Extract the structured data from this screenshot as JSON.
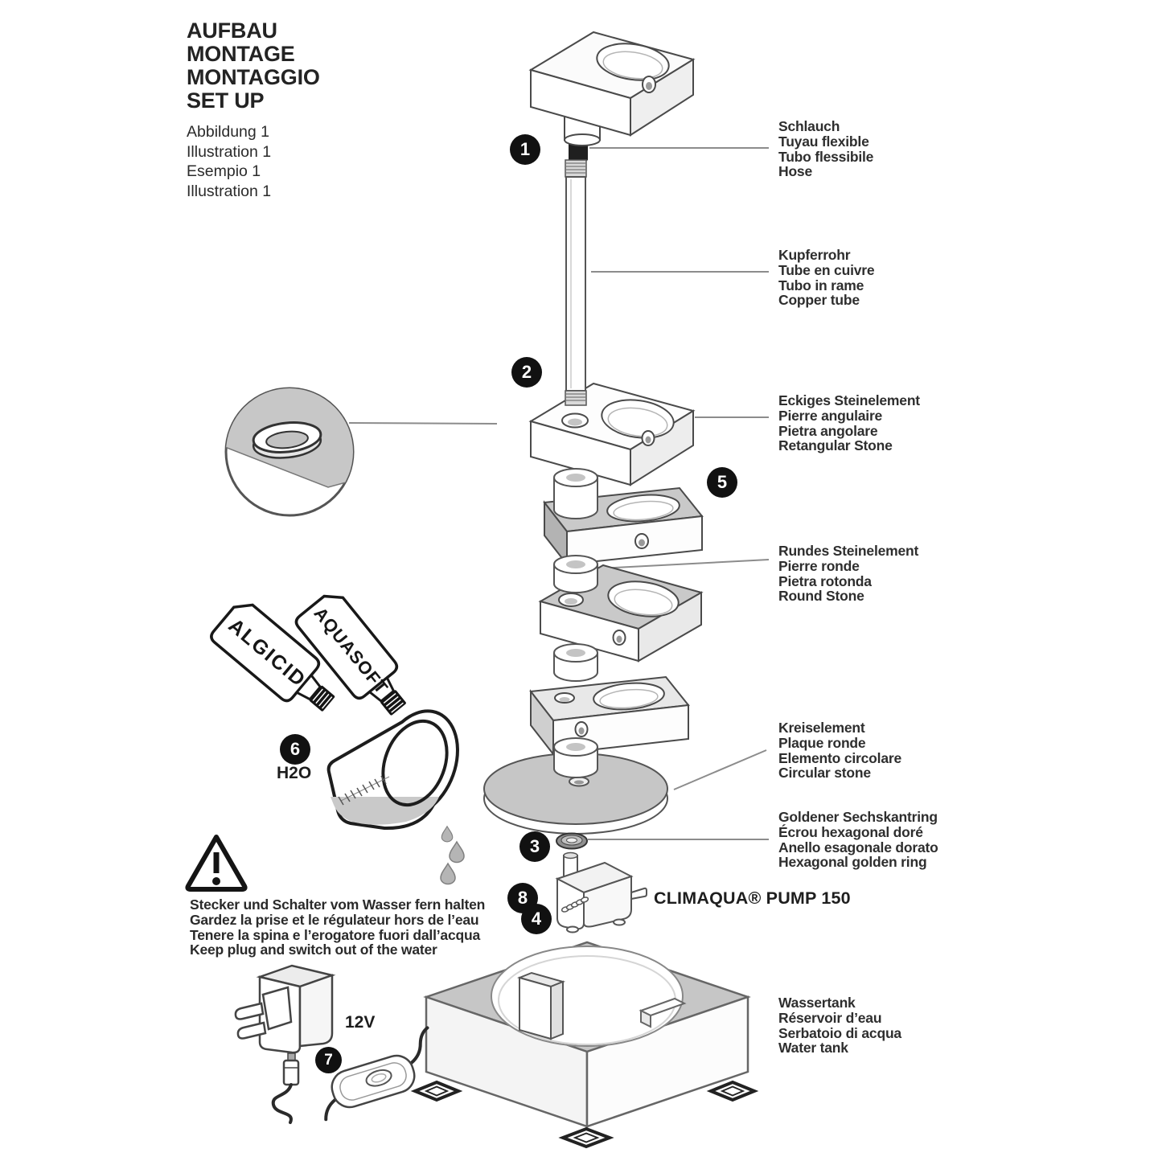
{
  "title": {
    "lines": [
      "AUFBAU",
      "MONTAGE",
      "MONTAGGIO",
      "SET UP"
    ]
  },
  "illustration_refs": {
    "lines": [
      "Abbildung 1",
      "Illustration 1",
      "Esempio 1",
      "Illustration 1"
    ]
  },
  "steps": [
    "1",
    "2",
    "3",
    "4",
    "5",
    "6",
    "7",
    "8"
  ],
  "callouts": {
    "hose": {
      "lines": [
        "Schlauch",
        "Tuyau flexible",
        "Tubo flessibile",
        "Hose"
      ]
    },
    "copper_tube": {
      "lines": [
        "Kupferrohr",
        "Tube en cuivre",
        "Tubo in rame",
        "Copper tube"
      ]
    },
    "rectangular_stone": {
      "lines": [
        "Eckiges Steinelement",
        "Pierre angulaire",
        "Pietra angolare",
        "Retangular Stone"
      ]
    },
    "round_stone": {
      "lines": [
        "Rundes Steinelement",
        "Pierre ronde",
        "Pietra rotonda",
        "Round Stone"
      ]
    },
    "circular_stone": {
      "lines": [
        "Kreiselement",
        "Plaque ronde",
        "Elemento circolare",
        "Circular stone"
      ]
    },
    "hex_ring": {
      "lines": [
        "Goldener Sechskantring",
        "Écrou hexagonal doré",
        "Anello esagonale dorato",
        "Hexagonal golden ring"
      ]
    },
    "water_tank": {
      "lines": [
        "Wassertank",
        "Réservoir d’eau",
        "Serbatoio di acqua",
        "Water tank"
      ]
    }
  },
  "pump_label": "CLIMAQUA® PUMP 150",
  "warning": {
    "lines": [
      "Stecker und Schalter vom Wasser fern halten",
      "Gardez la prise et le régulateur hors de l’eau",
      "Tenere la spina e l’erogatore fuori dall’acqua",
      "Keep plug and switch out of the water"
    ]
  },
  "bottles": {
    "algicid": "ALGICID",
    "aquasoft": "AQUASOFT"
  },
  "water_label": "H2O",
  "voltage_label": "12V",
  "colors": {
    "ink": "#2d2d2d",
    "badge": "#111111",
    "leader_line": "#8c8c8c",
    "stone_gray": "#c9c9c9",
    "outline": "#4a4a4a"
  }
}
